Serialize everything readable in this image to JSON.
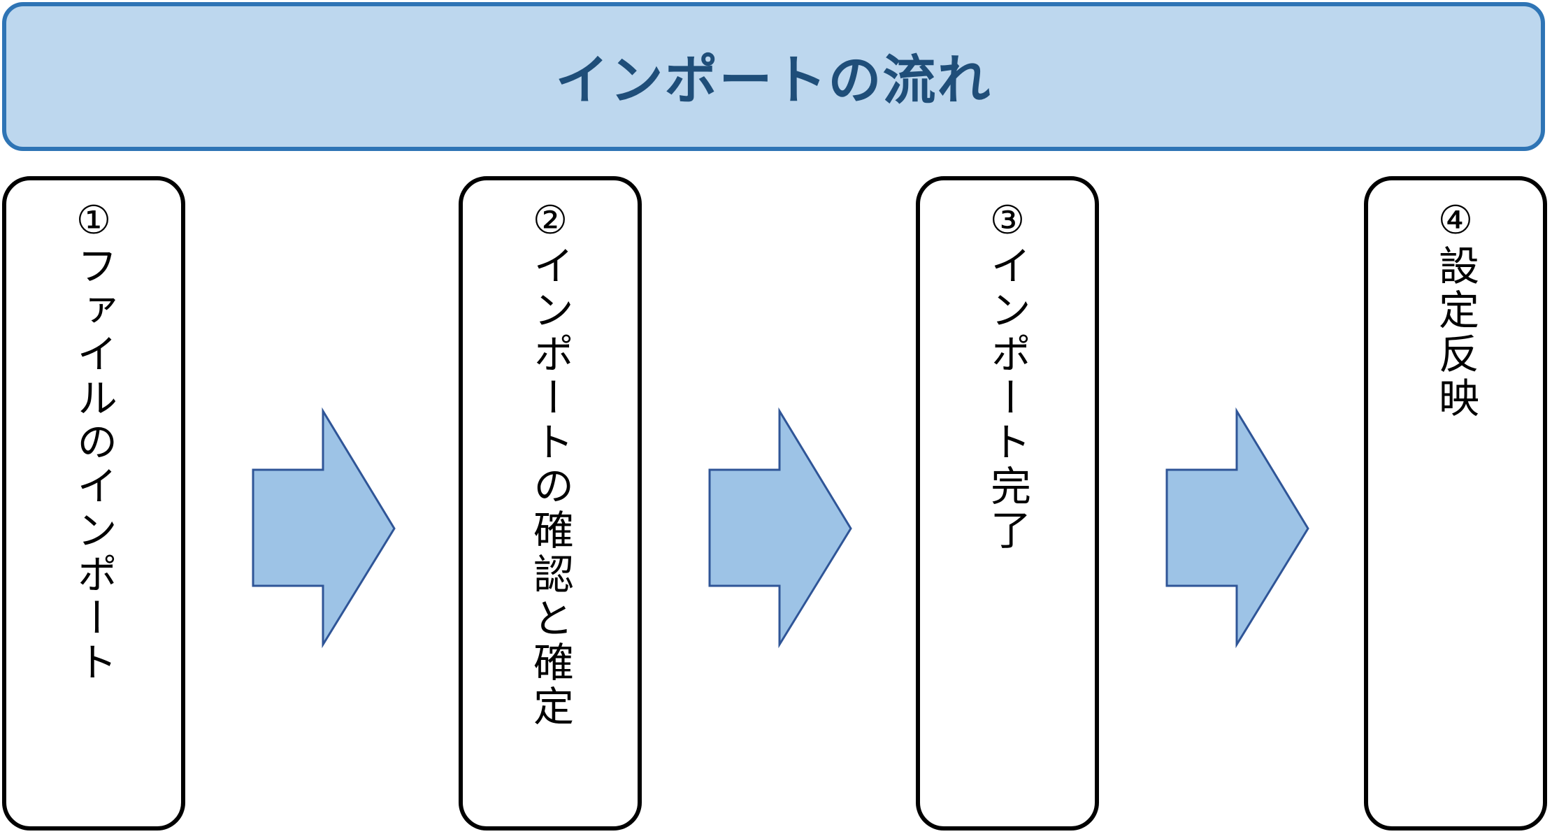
{
  "header": {
    "title": "インポートの流れ"
  },
  "steps": [
    {
      "number": "①",
      "label": "ファイルのインポート"
    },
    {
      "number": "②",
      "label": "インポートの確認と確定"
    },
    {
      "number": "③",
      "label": "インポート完了"
    },
    {
      "number": "④",
      "label": "設定反映"
    }
  ],
  "colors": {
    "header_fill": "#bdd7ee",
    "header_border": "#2e74b5",
    "header_text": "#1f4e79",
    "arrow_fill": "#9dc3e6",
    "arrow_stroke": "#2f5597",
    "box_border": "#000000"
  }
}
